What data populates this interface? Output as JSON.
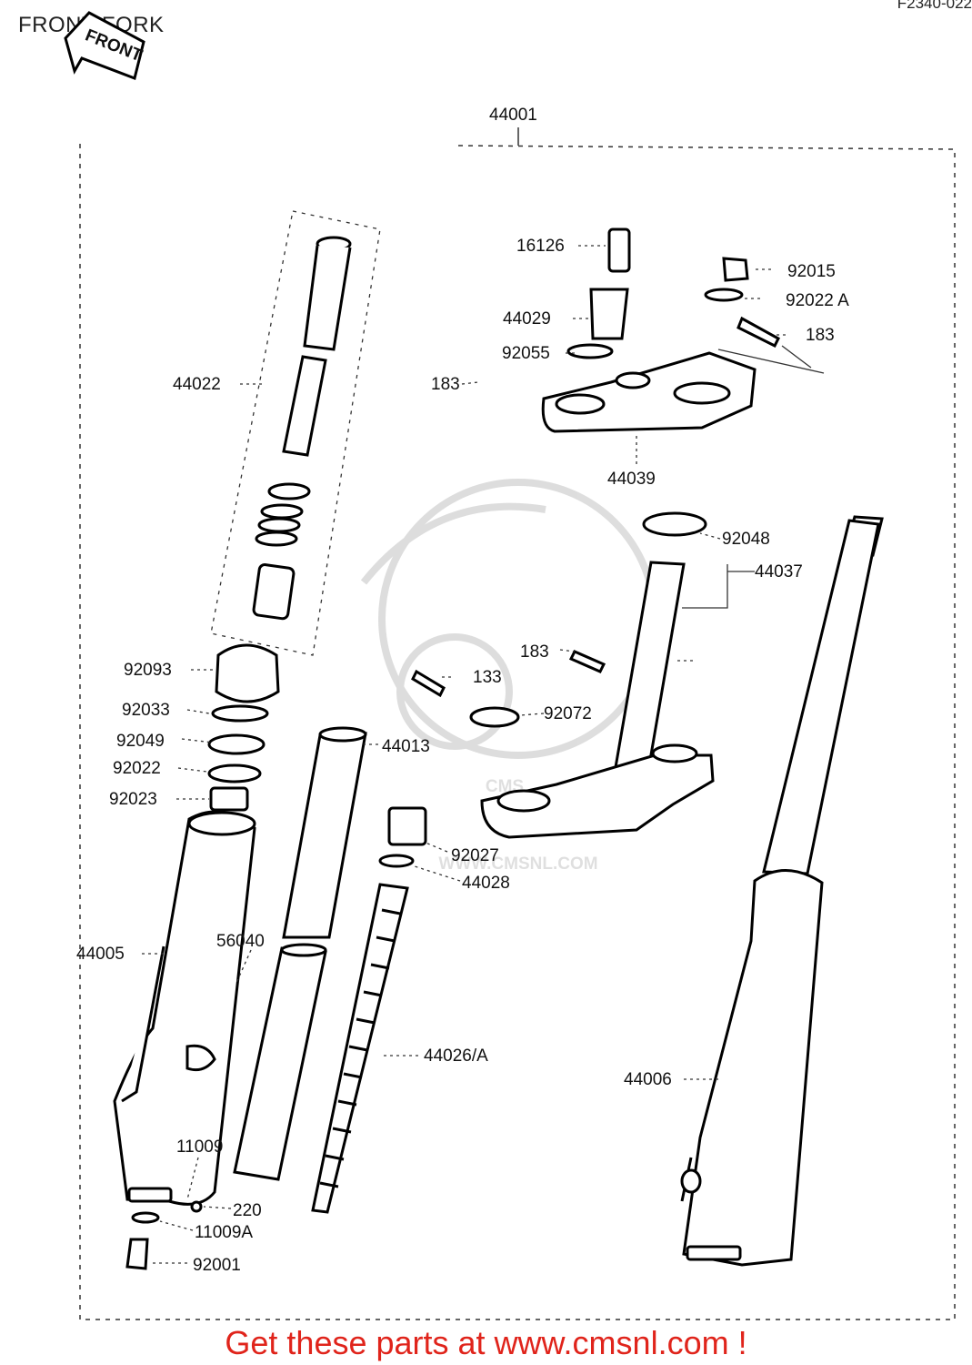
{
  "title": "FRONT FORK",
  "drawing_ref": "F2340-022",
  "direction_arrow_label": "FRONT",
  "watermark": {
    "text": "WWW.CMSNL.COM",
    "logo_letters": "CMS"
  },
  "banner": "Get these parts at www.cmsnl.com !",
  "parts": {
    "p44001": "44001",
    "p16126": "16126",
    "p92015": "92015",
    "p92022A": "92022 A",
    "p44029": "44029",
    "p183a": "183",
    "p92055": "92055",
    "p183b": "183",
    "p44022": "44022",
    "p44039": "44039",
    "p92048": "92048",
    "p44037": "44037",
    "p183c": "183",
    "p133": "133",
    "p92093": "92093",
    "p92033": "92033",
    "p92072": "92072",
    "p92049": "92049",
    "p44013": "44013",
    "p92022": "92022",
    "p92023": "92023",
    "p92027": "92027",
    "p44028": "44028",
    "p44005": "44005",
    "p56040": "56040",
    "p44026A": "44026/A",
    "p44006": "44006",
    "p11009": "11009",
    "p220": "220",
    "p11009A": "11009A",
    "p92001": "92001"
  }
}
